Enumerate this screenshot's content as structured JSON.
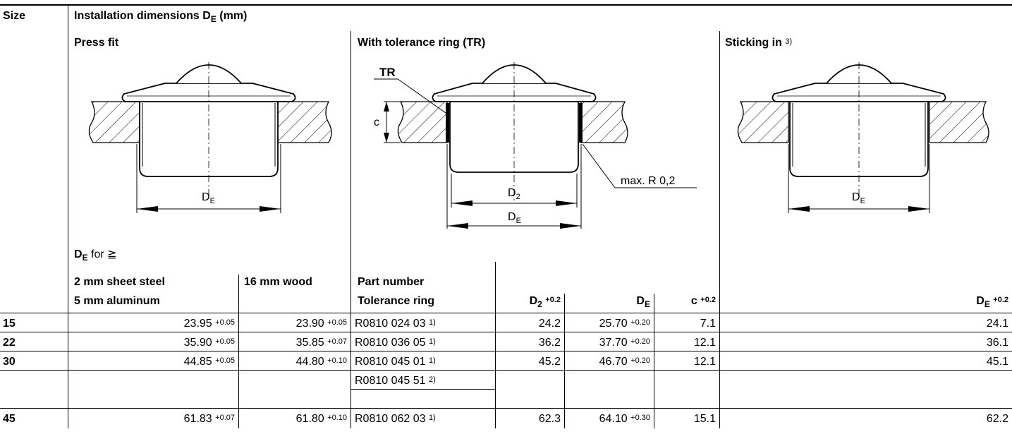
{
  "header": {
    "size": "Size",
    "installation": "Installation dimensions D",
    "installation_sub": "E",
    "installation_unit": " (mm)",
    "press_fit": "Press fit",
    "tolerance_ring": "With tolerance ring (TR)",
    "sticking_in": "Sticking in ",
    "sticking_in_note": "3)",
    "de_for": "D",
    "de_for_sub": "E",
    "de_for_suffix": " for ≧",
    "col_steel": "2 mm sheet steel",
    "col_aluminum": "5 mm aluminum",
    "col_wood": "16 mm wood",
    "col_part_number": "Part number",
    "col_tol_ring": "Tolerance ring",
    "col_d2": "D",
    "col_d2_sub": "2",
    "col_d2_tol": "+0.2",
    "col_de": "D",
    "col_de_sub": "E",
    "col_c": "c",
    "col_c_tol": "+0.2",
    "col_de_stick": "D",
    "col_de_stick_sub": "E",
    "col_de_stick_tol": "+0.2"
  },
  "drawings": {
    "press_fit_label": "D",
    "press_fit_label_sub": "E",
    "tr_label": "TR",
    "c_label": "c",
    "d2_label": "D",
    "d2_label_sub": "2",
    "de_label": "D",
    "de_label_sub": "E",
    "radius_label": "max. R 0,2",
    "sticking_label": "D",
    "sticking_label_sub": "E"
  },
  "rows": [
    {
      "size": "15",
      "steel": "23.95",
      "steel_tol": "+0.05",
      "wood": "23.90",
      "wood_tol": "+0.05",
      "part": "R0810 024 03",
      "part_note": "1)",
      "d2": "24.2",
      "de": "25.70",
      "de_tol": "+0.20",
      "c": "7.1",
      "stick": "24.1"
    },
    {
      "size": "22",
      "steel": "35.90",
      "steel_tol": "+0.05",
      "wood": "35.85",
      "wood_tol": "+0.07",
      "part": "R0810 036 05",
      "part_note": "1)",
      "d2": "36.2",
      "de": "37.70",
      "de_tol": "+0.20",
      "c": "12.1",
      "stick": "36.1"
    },
    {
      "size": "30",
      "steel": "44.85",
      "steel_tol": "+0.05",
      "wood": "44.80",
      "wood_tol": "+0.10",
      "part": "R0810 045 01",
      "part_note": "1)",
      "d2": "45.2",
      "de": "46.70",
      "de_tol": "+0.20",
      "c": "12.1",
      "stick": "45.1"
    },
    {
      "size": "",
      "steel": "",
      "steel_tol": "",
      "wood": "",
      "wood_tol": "",
      "part": "R0810 045 51",
      "part_note": "2)",
      "d2": "",
      "de": "",
      "de_tol": "",
      "c": "",
      "stick": ""
    },
    {
      "size": "45",
      "steel": "61.83",
      "steel_tol": "+0.07",
      "wood": "61.80",
      "wood_tol": "+0.10",
      "part": "R0810 062 03",
      "part_note": "1)",
      "d2": "62.3",
      "de": "64.10",
      "de_tol": "+0.30",
      "c": "15.1",
      "stick": "62.2"
    }
  ]
}
